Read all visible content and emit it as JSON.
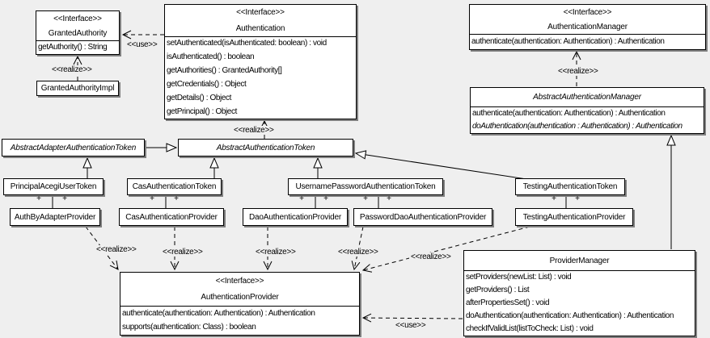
{
  "labels": {
    "realize": "&lt;&lt;realize&gt;&gt;",
    "use": "&lt;&lt;use&gt;&gt;",
    "plus": "+",
    "interface_stereotype": "<<Interface>>"
  },
  "colors": {
    "background": "#efefef",
    "box_fill": "#ffffff",
    "line": "#000000",
    "shadow": "#7f7f7f"
  },
  "classes": {
    "granted_authority": {
      "stereotype": "<<Interface>>",
      "name": "GrantedAuthority",
      "methods": [
        "getAuthority() : String"
      ]
    },
    "granted_authority_impl": {
      "name": "GrantedAuthorityImpl"
    },
    "authentication": {
      "stereotype": "<<Interface>>",
      "name": "Authentication",
      "methods": [
        "setAuthenticated(isAuthenticated: boolean) : void",
        "isAuthenticated() : boolean",
        "getAuthorities() : GrantedAuthority[]",
        "getCredentials() : Object",
        "getDetails() : Object",
        "getPrincipal() : Object"
      ]
    },
    "authentication_manager": {
      "stereotype": "<<Interface>>",
      "name": "AuthenticationManager",
      "methods": [
        "authenticate(authentication: Authentication) : Authentication"
      ]
    },
    "abstract_authentication_manager": {
      "name": "AbstractAuthenticationManager",
      "methods": [
        "authenticate(authentication: Authentication) : Authentication",
        "doAuthentication(authentication : Authentication) : Authentication"
      ]
    },
    "abstract_adapter_authentication_token": {
      "name": "AbstractAdapterAuthenticationToken"
    },
    "abstract_authentication_token": {
      "name": "AbstractAuthenticationToken"
    },
    "principal_acegi_user_token": {
      "name": "PrincipalAcegiUserToken"
    },
    "cas_authentication_token": {
      "name": "CasAuthenticationToken"
    },
    "username_password_authentication_token": {
      "name": "UsernamePasswordAuthenticationToken"
    },
    "testing_authentication_token": {
      "name": "TestingAuthenticationToken"
    },
    "auth_by_adapter_provider": {
      "name": "AuthByAdapterProvider"
    },
    "cas_authentication_provider": {
      "name": "CasAuthenticationProvider"
    },
    "dao_authentication_provider": {
      "name": "DaoAuthenticationProvider"
    },
    "password_dao_authentication_provider": {
      "name": "PasswordDaoAuthenticationProvider"
    },
    "testing_authentication_provider": {
      "name": "TestingAuthenticationProvider"
    },
    "authentication_provider": {
      "stereotype": "<<Interface>>",
      "name": "AuthenticationProvider",
      "methods": [
        "authenticate(authentication: Authentication) : Authentication",
        "supports(authentication: Class) : boolean"
      ]
    },
    "provider_manager": {
      "name": "ProviderManager",
      "methods": [
        "setProviders(newList: List) : void",
        "getProviders() : List",
        "afterPropertiesSet() : void",
        "doAuthentication(authentication: Authentication) : Authentication",
        "checkIfValidList(listToCheck: List) : void"
      ]
    }
  },
  "relationships": [
    {
      "type": "use",
      "from": "Authentication",
      "to": "GrantedAuthority",
      "label": "<<use>>"
    },
    {
      "type": "realize",
      "from": "GrantedAuthorityImpl",
      "to": "GrantedAuthority",
      "label": "<<realize>>"
    },
    {
      "type": "realize",
      "from": "AbstractAuthenticationToken",
      "to": "Authentication",
      "label": "<<realize>>"
    },
    {
      "type": "realize",
      "from": "AbstractAuthenticationManager",
      "to": "AuthenticationManager",
      "label": "<<realize>>"
    },
    {
      "type": "generalization",
      "from": "AbstractAdapterAuthenticationToken",
      "to": "AbstractAuthenticationToken"
    },
    {
      "type": "generalization",
      "from": "PrincipalAcegiUserToken",
      "to": "AbstractAdapterAuthenticationToken"
    },
    {
      "type": "generalization",
      "from": "CasAuthenticationToken",
      "to": "AbstractAuthenticationToken"
    },
    {
      "type": "generalization",
      "from": "UsernamePasswordAuthenticationToken",
      "to": "AbstractAuthenticationToken"
    },
    {
      "type": "generalization",
      "from": "TestingAuthenticationToken",
      "to": "AbstractAuthenticationToken"
    },
    {
      "type": "generalization",
      "from": "ProviderManager",
      "to": "AbstractAuthenticationManager"
    },
    {
      "type": "association",
      "from": "PrincipalAcegiUserToken",
      "to": "AuthByAdapterProvider",
      "end_labels": [
        "+",
        "+"
      ]
    },
    {
      "type": "association",
      "from": "CasAuthenticationToken",
      "to": "CasAuthenticationProvider",
      "end_labels": [
        "+",
        "+"
      ]
    },
    {
      "type": "association",
      "from": "UsernamePasswordAuthenticationToken",
      "to": "DaoAuthenticationProvider",
      "end_labels": [
        "+",
        "+"
      ]
    },
    {
      "type": "association",
      "from": "UsernamePasswordAuthenticationToken",
      "to": "PasswordDaoAuthenticationProvider",
      "end_labels": [
        "+",
        "+"
      ]
    },
    {
      "type": "association",
      "from": "TestingAuthenticationToken",
      "to": "TestingAuthenticationProvider",
      "end_labels": [
        "+",
        "+"
      ]
    },
    {
      "type": "realize",
      "from": "AuthByAdapterProvider",
      "to": "AuthenticationProvider",
      "label": "<<realize>>"
    },
    {
      "type": "realize",
      "from": "CasAuthenticationProvider",
      "to": "AuthenticationProvider",
      "label": "<<realize>>"
    },
    {
      "type": "realize",
      "from": "DaoAuthenticationProvider",
      "to": "AuthenticationProvider",
      "label": "<<realize>>"
    },
    {
      "type": "realize",
      "from": "PasswordDaoAuthenticationProvider",
      "to": "AuthenticationProvider",
      "label": "<<realize>>"
    },
    {
      "type": "realize",
      "from": "TestingAuthenticationProvider",
      "to": "AuthenticationProvider",
      "label": "<<realize>>"
    },
    {
      "type": "use",
      "from": "ProviderManager",
      "to": "AuthenticationProvider",
      "label": "<<use>>"
    }
  ]
}
